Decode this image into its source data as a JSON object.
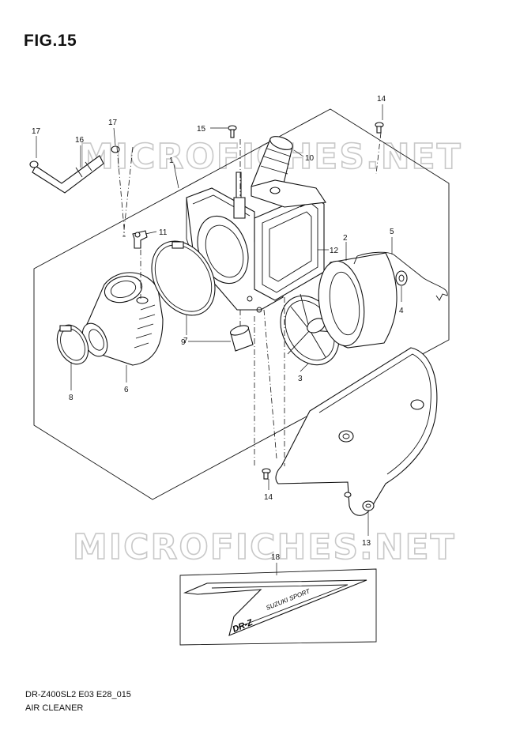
{
  "figure": {
    "title": "FIG.15",
    "diagram_code": "DR-Z400SL2 E03 E28_015",
    "section_name": "AIR CLEANER",
    "watermark": "MICROFICHES.NET"
  },
  "callouts": [
    {
      "id": "c1",
      "number": "1"
    },
    {
      "id": "c2",
      "number": "2"
    },
    {
      "id": "c3",
      "number": "3"
    },
    {
      "id": "c4",
      "number": "4"
    },
    {
      "id": "c5",
      "number": "5"
    },
    {
      "id": "c6",
      "number": "6"
    },
    {
      "id": "c7",
      "number": "7"
    },
    {
      "id": "c8",
      "number": "8"
    },
    {
      "id": "c9",
      "number": "9"
    },
    {
      "id": "c10",
      "number": "10"
    },
    {
      "id": "c11",
      "number": "11"
    },
    {
      "id": "c12",
      "number": "12"
    },
    {
      "id": "c13",
      "number": "13"
    },
    {
      "id": "c14a",
      "number": "14"
    },
    {
      "id": "c14b",
      "number": "14"
    },
    {
      "id": "c15",
      "number": "15"
    },
    {
      "id": "c16",
      "number": "16"
    },
    {
      "id": "c17a",
      "number": "17"
    },
    {
      "id": "c17b",
      "number": "17"
    },
    {
      "id": "c18",
      "number": "18"
    }
  ],
  "decal_text": [
    "SUZUKI SPORT",
    "DR-Z"
  ]
}
